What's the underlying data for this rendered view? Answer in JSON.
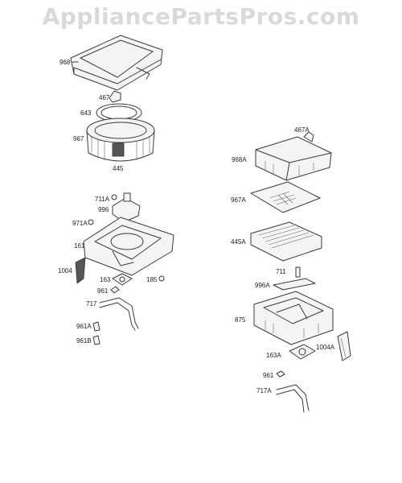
{
  "watermark": "AppliancePartsPros.com",
  "labels": {
    "l968": "968",
    "l467": "467",
    "l643": "643",
    "l967": "967",
    "l445": "445",
    "l711A": "711A",
    "l996": "996",
    "l971A": "971A",
    "l161": "161",
    "l1004": "1004",
    "l163": "163",
    "l185": "185",
    "l961": "961",
    "l717": "717",
    "l961A": "961A",
    "l961B": "961B",
    "l467A": "467A",
    "l968A": "968A",
    "l967A": "967A",
    "l445A": "445A",
    "l711": "711",
    "l996A": "996A",
    "l875": "875",
    "l163A": "163A",
    "l1004A": "1004A",
    "l961r": "961",
    "l717A": "717A"
  }
}
